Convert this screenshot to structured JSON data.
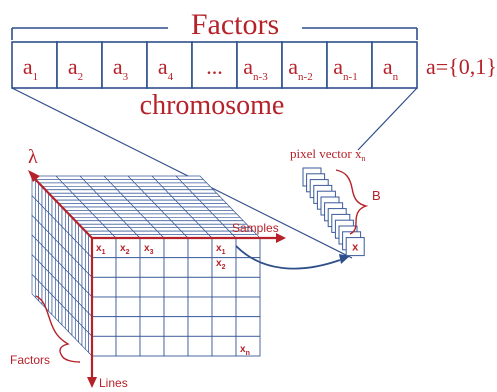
{
  "colors": {
    "red": "#b5222a",
    "blue": "#2f4f8a",
    "grid_blue": "#3a5a9a",
    "line": "#1f3f7a"
  },
  "factors_title": "Factors",
  "chromosome": {
    "label": "chromosome",
    "genes": [
      {
        "base": "a",
        "sub": "1"
      },
      {
        "base": "a",
        "sub": "2"
      },
      {
        "base": "a",
        "sub": "3"
      },
      {
        "base": "a",
        "sub": "4"
      },
      {
        "base": "...",
        "sub": ""
      },
      {
        "base": "a",
        "sub": "n-3"
      },
      {
        "base": "a",
        "sub": "n-2"
      },
      {
        "base": "a",
        "sub": "n-1"
      },
      {
        "base": "a",
        "sub": "n"
      }
    ],
    "domain_label": "a={0,1}"
  },
  "pixel_vector": {
    "label_main": "pixel vector x",
    "label_sub": "n",
    "brace_label": "B",
    "cell_label": "x"
  },
  "cube": {
    "lambda_label": "λ",
    "samples_label": "Samples",
    "lines_label": "Lines",
    "factors_label": "Factors",
    "front_labels": [
      {
        "base": "x",
        "sub": "1"
      },
      {
        "base": "x",
        "sub": "2"
      },
      {
        "base": "x",
        "sub": "3"
      }
    ],
    "right_labels": [
      {
        "base": "x",
        "sub": "1"
      },
      {
        "base": "x",
        "sub": "2"
      }
    ],
    "corner_label": {
      "base": "x",
      "sub": "n"
    }
  }
}
